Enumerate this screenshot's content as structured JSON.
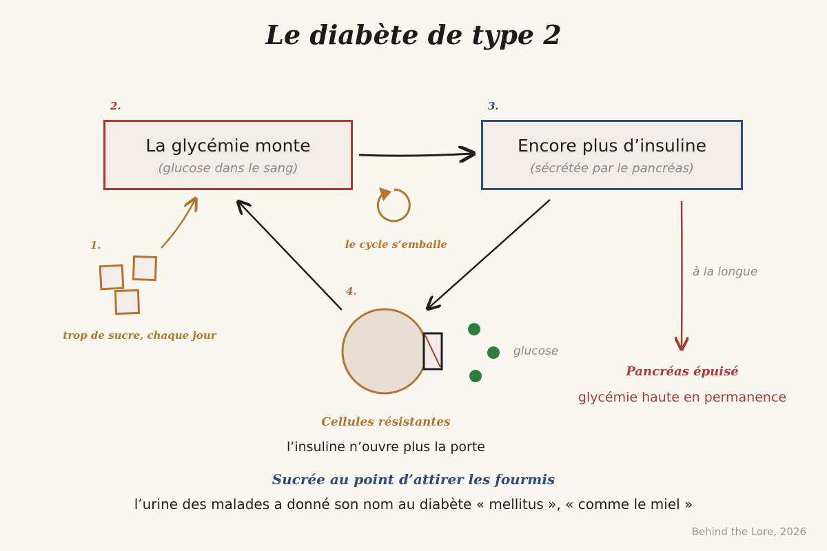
{
  "title": "Le diabète de type 2",
  "steps": {
    "s1": {
      "number": "1.",
      "caption": "trop de sucre, chaque jour"
    },
    "s2": {
      "number": "2.",
      "main": "La glycémie monte",
      "sub": "(glucose dans le sang)"
    },
    "s3": {
      "number": "3.",
      "main": "Encore plus d’insuline",
      "sub": "(sécrétée par le pancréas)"
    },
    "s4": {
      "number": "4.",
      "caption": "Cellules résistantes",
      "subcaption": "l’insuline n’ouvre plus la porte"
    }
  },
  "cycle_label": "le cycle s’emballe",
  "glucose_label": "glucose",
  "long_term": {
    "arrow_label": "à la longue",
    "title": "Pancréas épuisé",
    "subtitle": "glycémie haute en permanence"
  },
  "footer": {
    "heading": "Sucrée au point d’attirer les fourmis",
    "text": "l’urine des malades a donné son nom au diabète « mellitus », « comme le miel »"
  },
  "credit": "Behind the Lore, 2026",
  "colors": {
    "background": "#faf7f1",
    "red": "#a93a34",
    "blue": "#2f4d78",
    "orange": "#b8742c",
    "green": "#2e7d3e",
    "gray": "#8e8a86"
  }
}
